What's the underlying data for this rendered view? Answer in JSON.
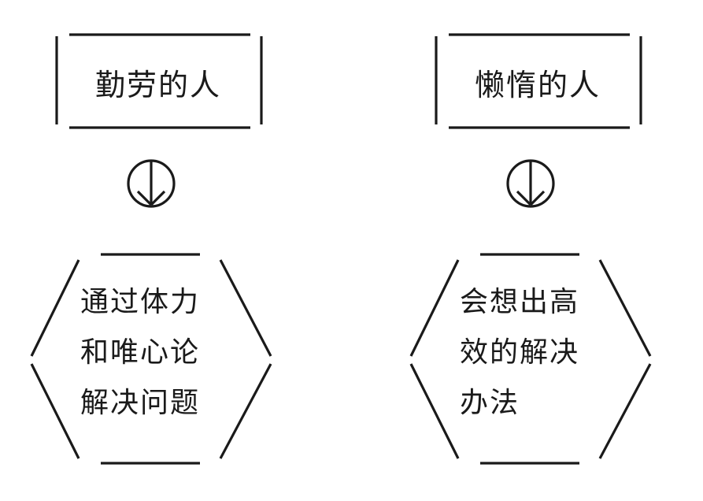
{
  "left": {
    "box_label": "勤劳的人",
    "result_lines": [
      "通过体力",
      "和唯心论",
      "解决问题"
    ]
  },
  "right": {
    "box_label": "懒惰的人",
    "result_lines": [
      "会想出高",
      "效的解决",
      "办法"
    ]
  },
  "colors": {
    "stroke": "#1a1a1a",
    "background": "#ffffff"
  },
  "icons": {
    "connector": "arrow-down-circle-icon"
  }
}
